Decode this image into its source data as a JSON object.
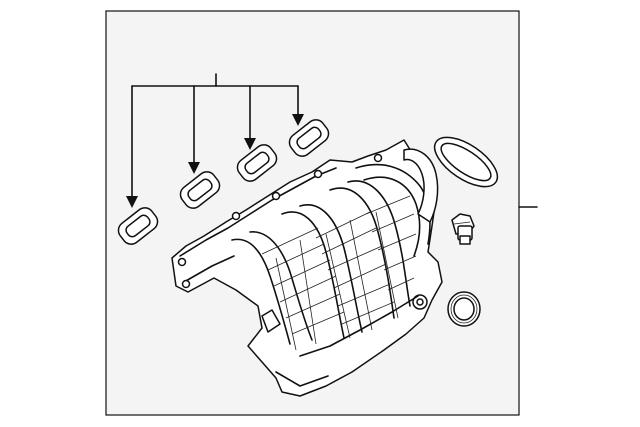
{
  "diagram": {
    "background": "#ffffff",
    "frame_fill": "#f4f4f4",
    "line_color": "#111111",
    "parts": [
      {
        "name": "intake-gasket"
      },
      {
        "name": "intake-gasket"
      },
      {
        "name": "intake-gasket"
      },
      {
        "name": "intake-gasket"
      },
      {
        "name": "intake-manifold"
      },
      {
        "name": "throttle-body-gasket"
      },
      {
        "name": "mounting-bolt"
      },
      {
        "name": "sensor-seal"
      }
    ]
  }
}
